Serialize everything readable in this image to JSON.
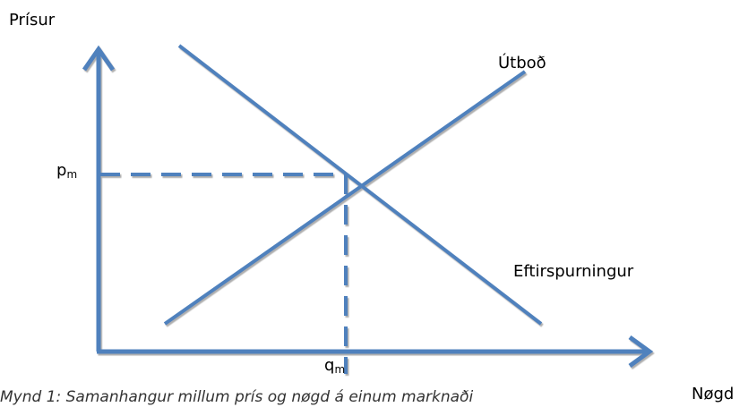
{
  "diagram": {
    "y_axis_label": "Prísur",
    "x_axis_label": "Nøgd",
    "supply_label": "Útboð",
    "demand_label": "Eftirspurningur",
    "price_label_base": "p",
    "price_label_sub": "m",
    "quantity_label_base": "q",
    "quantity_label_sub": "m",
    "caption": "Mynd 1: Samanhangur millum prís og nøgd á einum marknaði"
  },
  "colors": {
    "line": "#4f81bd",
    "shadow": "#a6a6a6",
    "text": "#000000"
  }
}
